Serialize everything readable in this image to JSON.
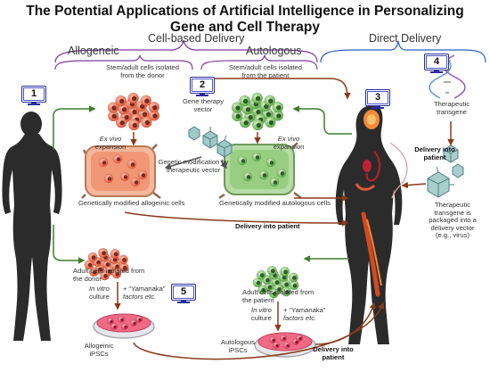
{
  "title_line1": "The Potential Applications of Artificial Intelligence in Personalizing",
  "title_line2": "Gene and Cell Therapy",
  "headers": {
    "cell_based": "Cell-based Delivery",
    "direct": "Direct Delivery",
    "allogeneic": "Allogeneic",
    "autologous": "Autologous"
  },
  "badges": [
    "1",
    "2",
    "3",
    "4",
    "5"
  ],
  "labels": {
    "stem_donor": [
      "Stem/adult cells isolated",
      "from the donor"
    ],
    "stem_patient": [
      "Stem/adult cells isolated",
      "from the patient"
    ],
    "vector": [
      "Gene therapy",
      "vector"
    ],
    "therapeutic_transgene": [
      "Therapeutic",
      "transgene"
    ],
    "ex_vivo_left": [
      "Ex vivo",
      "expansion"
    ],
    "ex_vivo_right": [
      "Ex vivo",
      "expansion"
    ],
    "genetic_mod": [
      "Genetic modification by",
      "therapeutic vector"
    ],
    "delivery_right": [
      "Delivery into",
      "patient"
    ],
    "mod_allo": "Genetically modified allogeinic cells",
    "mod_auto": "Genetically modified autologous cells",
    "delivery_middle": "Delivery into patient",
    "packaged": [
      "Therapeutic",
      "transgene is",
      "packaged into a",
      "delivery vector",
      "(e.g., virus)"
    ],
    "adult_donor": [
      "Adult cells isolated from",
      "the  donor"
    ],
    "adult_patient": [
      "Adult cells isolated from",
      "the patient"
    ],
    "in_vitro_left": [
      "In vitro",
      "culture"
    ],
    "in_vitro_right": [
      "In vitro",
      "culture"
    ],
    "yamanaka_left": [
      "+ “Yamanaka”",
      "factors etc."
    ],
    "yamanaka_right": [
      "+ “Yamanaka”",
      "factors etc."
    ],
    "allo_ipsc": [
      "Allogeinic",
      "iPSCs"
    ],
    "auto_ipsc": [
      "Autologous",
      "iPSCs"
    ],
    "delivery_bottom": [
      "Delivery into",
      "patient"
    ]
  },
  "colors": {
    "arrow_brown": "#8a3b1c",
    "arrow_green": "#3e7d2e",
    "bracket_purple": "#7d3c98",
    "bracket_blue": "#2f5fc4",
    "monitor_blue": "#2a2d9a",
    "donor_cells": "#ef7d62",
    "patient_cells": "#7cc36b",
    "ipsc_pink": "#e6395a"
  },
  "icons": [
    "monitor-icon",
    "dna-icon",
    "virus-vector-icon",
    "petri-dish-icon",
    "human-silhouette-icon"
  ]
}
